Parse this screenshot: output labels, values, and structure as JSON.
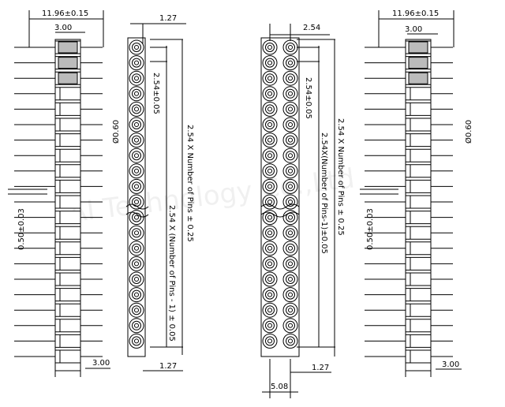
{
  "drawings": {
    "left_side": {
      "width_dim": "11.96±0.15",
      "pin_dim_top": "3.00",
      "pin_dim_bottom": "3.00",
      "diameter": "Ø0.60",
      "pin_width": "0.50±0.03"
    },
    "single_row": {
      "pitch_top": "1.27",
      "pitch_bottom": "1.27",
      "pitch_long": "2.54±0.05",
      "total_length": "2.54 X Number of Pins ± 0.25",
      "pins_minus_one": "2.54 X (Number of Pins - 1) ± 0.05"
    },
    "double_row": {
      "row_pitch_top": "2.54",
      "pitch_bottom": "1.27",
      "width_bottom": "5.08",
      "pitch_long": "2.54±0.05",
      "total_length": "2.54 X Number of Pins ± 0.25",
      "pins_minus_one": "2.54X(Number of Pins-1)±0.05"
    },
    "right_side": {
      "width_dim": "11.96±0.15",
      "pin_dim_top": "3.00",
      "pin_dim_bottom": "3.00",
      "diameter": "Ø0.60",
      "pin_width": "0.50±0.03"
    }
  },
  "watermark": "AI Technology Co.,Ltd"
}
